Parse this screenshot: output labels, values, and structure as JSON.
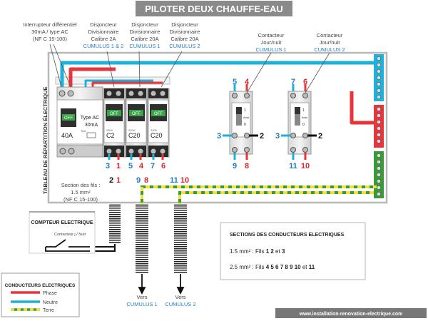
{
  "title": "PILOTER DEUX CHAUFFE-EAU",
  "panel_label": "TABLEAU DE RÉPARTITION ÉLECTRIQUE",
  "callouts": {
    "differential": [
      "Interrupteur différentiel",
      "30mA / type AC",
      "(NF C 15-100)"
    ],
    "breaker_2a": [
      "Disjoncteur",
      "Divisionnaire",
      "Calibre 2A",
      "CUMULUS 1 & 2"
    ],
    "breaker_20a_1": [
      "Disjoncteur",
      "Divisionnaire",
      "Calibre 20A",
      "CUMULUS 1"
    ],
    "breaker_20a_2": [
      "Disjoncteur",
      "Divisionnaire",
      "Calibre 20A",
      "CUMULUS 2"
    ],
    "contactor_1": [
      "Contacteur",
      "Jour/nuit",
      "CUMULUS 1"
    ],
    "contactor_2": [
      "Contacteur",
      "Jour/nuit",
      "CUMULUS 2"
    ]
  },
  "devices": {
    "diff": {
      "off": "OFF",
      "typeac": "Type AC",
      "ma": "30mA",
      "rating": "40A",
      "test": "Test"
    },
    "breakers": [
      {
        "off": "OFF",
        "small": "230V",
        "rating": "C2"
      },
      {
        "off": "OFF",
        "small": "230V",
        "rating": "C20"
      },
      {
        "off": "OFF",
        "small": "230V",
        "rating": "C20"
      }
    ],
    "contactor_switch": [
      "1",
      "Auto",
      "0"
    ]
  },
  "terminals": {
    "breaker_bottom": [
      "3",
      "1",
      "5",
      "4",
      "7",
      "6"
    ],
    "c1_top": [
      "5",
      "4"
    ],
    "c1_side": [
      "3",
      "2"
    ],
    "c1_bottom": [
      "9",
      "8"
    ],
    "c2_top": [
      "7",
      "6"
    ],
    "c2_side": [
      "3",
      "2"
    ],
    "c2_bottom": [
      "11",
      "10"
    ]
  },
  "cables": {
    "section_note": [
      "Section des fils :",
      "1.5 mm²",
      "(NF C 15-100)"
    ],
    "pair_a": [
      "2",
      "1"
    ],
    "pair_b": [
      "9",
      "8"
    ],
    "pair_c": [
      "11",
      "10"
    ]
  },
  "meter": {
    "title": "COMPTEUR ELECTRIQUE",
    "contact": "Contacteur j / Nuit"
  },
  "outputs": [
    {
      "vers": "Vers",
      "target": "CUMULUS 1"
    },
    {
      "vers": "Vers",
      "target": "CUMULUS 2"
    }
  ],
  "sections": {
    "title": "SECTIONS DES CONDUCTEURS ELECTRIQUES",
    "line1": {
      "prefix": "1.5 mm² : Fils",
      "wires": "1 2",
      "and": "et",
      "last": "3"
    },
    "line2": {
      "prefix": "2.5 mm² : Fils",
      "wires": "4 5 6 7 8 9 10",
      "and": "et",
      "last": "11"
    }
  },
  "legend": {
    "title": "CONDUCTEURS ELECTRIQUES",
    "items": [
      {
        "label": "Phase",
        "color": "#e8353b"
      },
      {
        "label": "Neutre",
        "color": "#1fb1d9"
      },
      {
        "label": "Terre",
        "color": "#c8d84a"
      }
    ]
  },
  "website": "www.installation-renovation-electrique.com",
  "colors": {
    "phase": "#e8353b",
    "neutral": "#1fb1d9",
    "earth_yellow": "#f0e23a",
    "earth_green": "#3a9a3a",
    "title_bg": "#8a8a8a",
    "blue_text": "#1e7cc6",
    "red_text": "#d8282e"
  }
}
